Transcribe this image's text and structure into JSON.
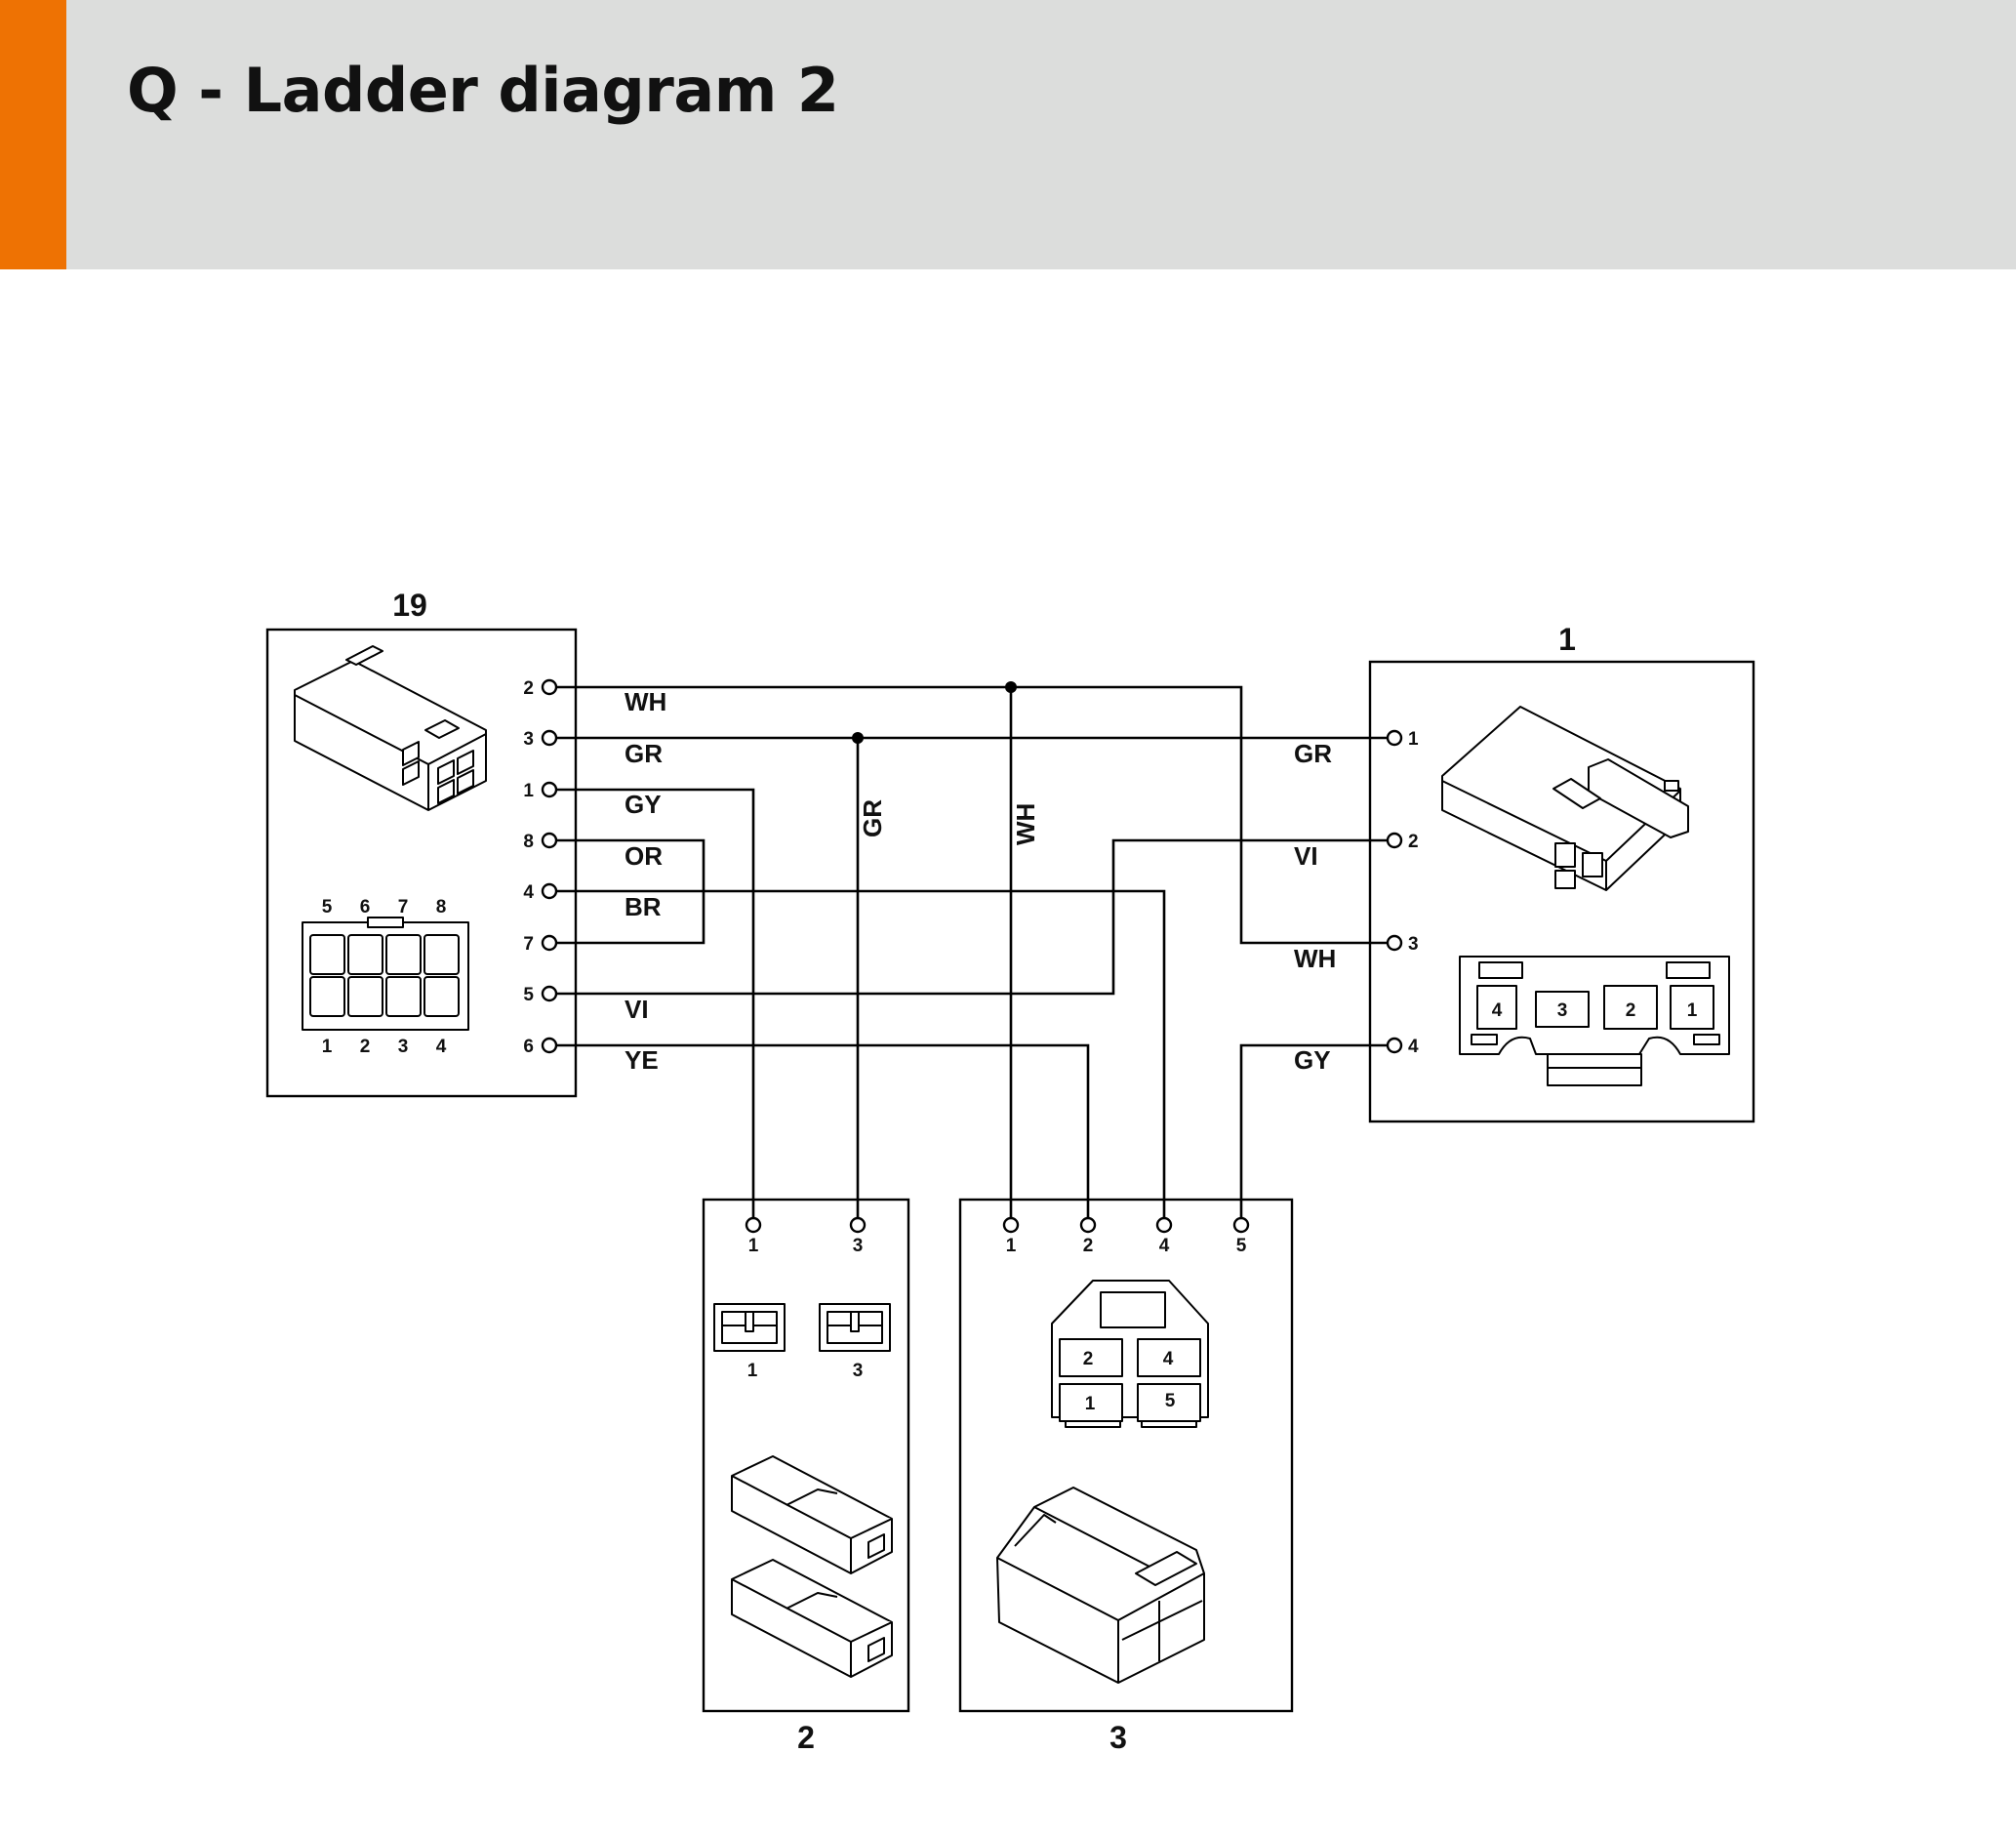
{
  "page": {
    "title": "Q - Ladder diagram 2",
    "accent_color": "#ee7203",
    "header_bg": "#dcdddc"
  },
  "connectors": {
    "c19": {
      "label": "19",
      "pins": [
        "2",
        "3",
        "1",
        "8",
        "4",
        "7",
        "5",
        "6"
      ],
      "cavities_top": [
        "5",
        "6",
        "7",
        "8"
      ],
      "cavities_bottom": [
        "1",
        "2",
        "3",
        "4"
      ]
    },
    "c1": {
      "label": "1",
      "pins": [
        "1",
        "2",
        "3",
        "4"
      ],
      "cavities": [
        "4",
        "3",
        "2",
        "1"
      ]
    },
    "c2": {
      "label": "2",
      "pins": [
        "1",
        "3"
      ],
      "cavities": [
        "1",
        "3"
      ]
    },
    "c3": {
      "label": "3",
      "pins": [
        "1",
        "2",
        "4",
        "5"
      ],
      "cavities": [
        "2",
        "4",
        "1",
        "5"
      ]
    }
  },
  "wires": {
    "left": [
      "WH",
      "GR",
      "GY",
      "OR",
      "BR",
      "VI",
      "YE"
    ],
    "vertical": [
      "GR",
      "WH"
    ],
    "right": [
      "GR",
      "VI",
      "WH",
      "GY"
    ]
  }
}
